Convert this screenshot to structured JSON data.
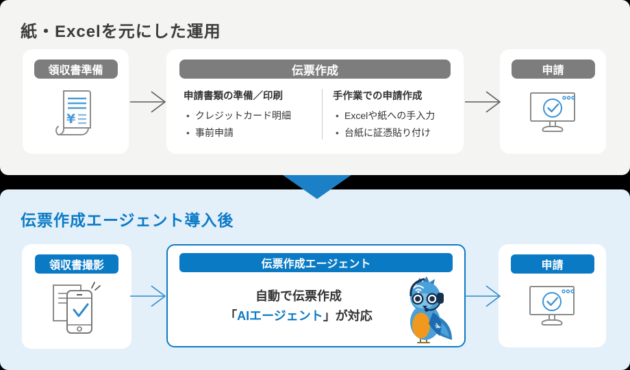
{
  "colors": {
    "accent_blue": "#0b7ac5",
    "badge_gray": "#7d7d7d",
    "panel_top_bg": "#f4f4f2",
    "panel_bottom_bg": "#e3f0fa",
    "triangle_blue": "#1b80c5",
    "text_dark": "#333333",
    "arrow_gray": "#595959",
    "arrow_blue": "#2f88c9",
    "icon_outline_gray": "#8a8a8a",
    "icon_blue": "#3b93d2",
    "mascot_belly_orange": "#f0991e"
  },
  "icons": {
    "before_step1": "receipt-icon",
    "before_step3": "monitor-check-icon",
    "after_step1": "phone-capture-icon",
    "after_step2": "bird-agent-mascot",
    "after_step3": "monitor-check-icon",
    "transition": "down-triangle"
  },
  "before": {
    "title": "紙・Excelを元にした運用",
    "step1": {
      "label": "領収書準備"
    },
    "step2": {
      "label": "伝票作成",
      "columns": [
        {
          "heading": "申請書類の準備／印刷",
          "items": [
            "クレジットカード明細",
            "事前申請"
          ]
        },
        {
          "heading": "手作業での申請作成",
          "items": [
            "Excelや紙への手入力",
            "台紙に証憑貼り付け"
          ]
        }
      ]
    },
    "step3": {
      "label": "申請"
    }
  },
  "after": {
    "title": "伝票作成エージェント導入後",
    "step1": {
      "label": "領収書撮影"
    },
    "step2": {
      "label": "伝票作成エージェント",
      "line1": "自動で伝票作成",
      "line2_prefix": "「",
      "line2_highlight": "AIエージェント",
      "line2_suffix": "」が対応"
    },
    "step3": {
      "label": "申請"
    }
  }
}
